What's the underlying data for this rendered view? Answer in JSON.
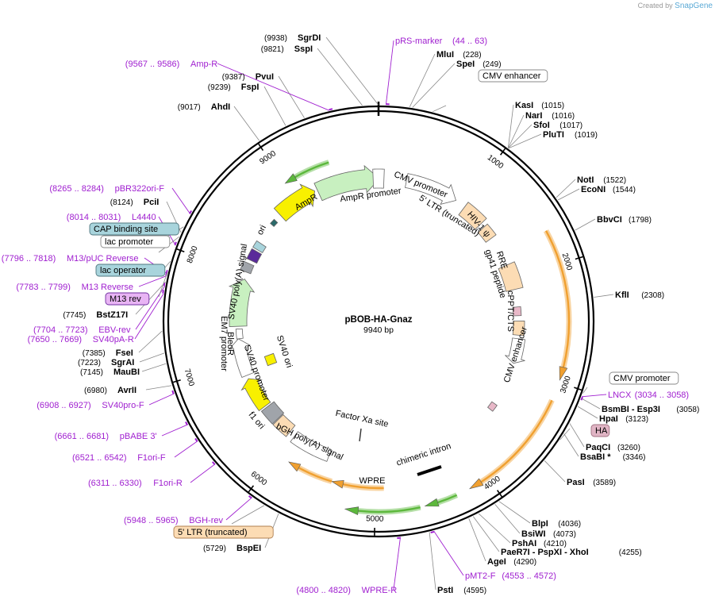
{
  "credit": {
    "prefix": "Created by",
    "brand": "SnapGene"
  },
  "plasmid": {
    "name": "pBOB-HA-Gnaz",
    "length_label": "9940 bp",
    "length": 9940
  },
  "colors": {
    "primer": "#a020d0",
    "orange": "#f0a030",
    "green": "#5cb83c",
    "yellow": "#f8f000",
    "peach": "#fcdcb4",
    "lightgreen": "#c8f0c0",
    "teal": "#a8d4dc",
    "gray": "#a0a4aa",
    "pink": "#e8b8c8",
    "white": "#ffffff"
  },
  "ticks": [
    {
      "label": "1000",
      "pos": 1000
    },
    {
      "label": "2000",
      "pos": 2000
    },
    {
      "label": "3000",
      "pos": 3000
    },
    {
      "label": "4000",
      "pos": 4000
    },
    {
      "label": "5000",
      "pos": 5000
    },
    {
      "label": "6000",
      "pos": 6000
    },
    {
      "label": "7000",
      "pos": 7000
    },
    {
      "label": "8000",
      "pos": 8000
    },
    {
      "label": "9000",
      "pos": 9000
    }
  ],
  "sites": [
    {
      "name": "SgrDI",
      "pos": "(9938)",
      "bp": 9938
    },
    {
      "name": "SspI",
      "pos": "(9821)",
      "bp": 9821
    },
    {
      "name": "PvuI",
      "pos": "(9387)",
      "bp": 9387
    },
    {
      "name": "FspI",
      "pos": "(9239)",
      "bp": 9239
    },
    {
      "name": "AhdI",
      "pos": "(9017)",
      "bp": 9017
    },
    {
      "name": "MluI",
      "pos": "(228)",
      "bp": 228
    },
    {
      "name": "SpeI",
      "pos": "(249)",
      "bp": 249
    },
    {
      "name": "KasI",
      "pos": "(1015)",
      "bp": 1015
    },
    {
      "name": "NarI",
      "pos": "(1016)",
      "bp": 1016
    },
    {
      "name": "SfoI",
      "pos": "(1017)",
      "bp": 1017
    },
    {
      "name": "PluTI",
      "pos": "(1019)",
      "bp": 1019
    },
    {
      "name": "NotI",
      "pos": "(1522)",
      "bp": 1522
    },
    {
      "name": "EcoNI",
      "pos": "(1544)",
      "bp": 1544
    },
    {
      "name": "BbvCI",
      "pos": "(1798)",
      "bp": 1798
    },
    {
      "name": "KflI",
      "pos": "(2308)",
      "bp": 2308
    },
    {
      "name": "BsmBI - Esp3I",
      "pos": "(3058)",
      "bp": 3058
    },
    {
      "name": "HpaI",
      "pos": "(3123)",
      "bp": 3123
    },
    {
      "name": "PaqCI",
      "pos": "(3260)",
      "bp": 3260
    },
    {
      "name": "BsaBI *",
      "pos": "(3346)",
      "bp": 3346
    },
    {
      "name": "PasI",
      "pos": "(3589)",
      "bp": 3589
    },
    {
      "name": "BlpI",
      "pos": "(4036)",
      "bp": 4036
    },
    {
      "name": "BsiWI",
      "pos": "(4073)",
      "bp": 4073
    },
    {
      "name": "PshAI",
      "pos": "(4210)",
      "bp": 4210
    },
    {
      "name": "PaeR7I - PspXI - XhoI",
      "pos": "(4255)",
      "bp": 4255
    },
    {
      "name": "AgeI",
      "pos": "(4290)",
      "bp": 4290
    },
    {
      "name": "PstI",
      "pos": "(4595)",
      "bp": 4595
    },
    {
      "name": "BspEI",
      "pos": "(5729)",
      "bp": 5729
    },
    {
      "name": "AvrII",
      "pos": "(6980)",
      "bp": 6980
    },
    {
      "name": "MauBI",
      "pos": "(7145)",
      "bp": 7145
    },
    {
      "name": "SgrAI",
      "pos": "(7223)",
      "bp": 7223
    },
    {
      "name": "FseI",
      "pos": "(7385)",
      "bp": 7385
    },
    {
      "name": "BstZ17I",
      "pos": "(7745)",
      "bp": 7745
    },
    {
      "name": "PciI",
      "pos": "(8124)",
      "bp": 8124
    }
  ],
  "primers": [
    {
      "name": "pRS-marker",
      "range": "(44 .. 63)",
      "bp": 54
    },
    {
      "name": "Amp-R",
      "range": "(9567 .. 9586)",
      "bp": 9577
    },
    {
      "name": "pBR322ori-F",
      "range": "(8265 .. 8284)",
      "bp": 8275
    },
    {
      "name": "L4440",
      "range": "(8014 .. 8031)",
      "bp": 8022
    },
    {
      "name": "M13/pUC Reverse",
      "range": "(7796 .. 7818)",
      "bp": 7807
    },
    {
      "name": "M13 Reverse",
      "range": "(7783 .. 7799)",
      "bp": 7791
    },
    {
      "name": "EBV-rev",
      "range": "(7704 .. 7723)",
      "bp": 7713
    },
    {
      "name": "SV40pA-R",
      "range": "(7650 .. 7669)",
      "bp": 7660
    },
    {
      "name": "SV40pro-F",
      "range": "(6908 .. 6927)",
      "bp": 6918
    },
    {
      "name": "pBABE 3'",
      "range": "(6661 .. 6681)",
      "bp": 6671
    },
    {
      "name": "F1ori-F",
      "range": "(6521 .. 6542)",
      "bp": 6531
    },
    {
      "name": "F1ori-R",
      "range": "(6311 .. 6330)",
      "bp": 6320
    },
    {
      "name": "BGH-rev",
      "range": "(5948 .. 5965)",
      "bp": 5956
    },
    {
      "name": "WPRE-R",
      "range": "(4800 .. 4820)",
      "bp": 4810
    },
    {
      "name": "pMT2-F",
      "range": "(4553 .. 4572)",
      "bp": 4562
    },
    {
      "name": "LNCX",
      "range": "(3034 .. 3058)",
      "bp": 3046
    }
  ],
  "boxed_labels": [
    {
      "text": "CMV enhancer",
      "kind": "white"
    },
    {
      "text": "CMV promoter",
      "kind": "white"
    },
    {
      "text": "HA",
      "kind": "pink"
    },
    {
      "text": "5' LTR (truncated)",
      "kind": "peach"
    },
    {
      "text": "CAP binding site",
      "kind": "teal"
    },
    {
      "text": "lac promoter",
      "kind": "white"
    },
    {
      "text": "lac operator",
      "kind": "teal"
    },
    {
      "text": "M13 rev",
      "kind": "purple"
    }
  ],
  "features": [
    {
      "label": "CMV promoter"
    },
    {
      "label": "5' LTR (truncated)"
    },
    {
      "label": "HIV-1 ψ"
    },
    {
      "label": "RRE"
    },
    {
      "label": "gp41 peptide"
    },
    {
      "label": "cPPT/CTS"
    },
    {
      "label": "CMV enhancer"
    },
    {
      "label": "chimeric intron"
    },
    {
      "label": "WPRE"
    },
    {
      "label": "bGH poly(A) signal"
    },
    {
      "label": "f1 ori"
    },
    {
      "label": "SV40 promoter"
    },
    {
      "label": "EM7 promoter"
    },
    {
      "label": "BleoR"
    },
    {
      "label": "SV40 ori"
    },
    {
      "label": "Factor Xa site"
    },
    {
      "label": "SV40 poly(A) signal"
    },
    {
      "label": "ori"
    },
    {
      "label": "AmpR"
    },
    {
      "label": "AmpR promoter"
    }
  ]
}
